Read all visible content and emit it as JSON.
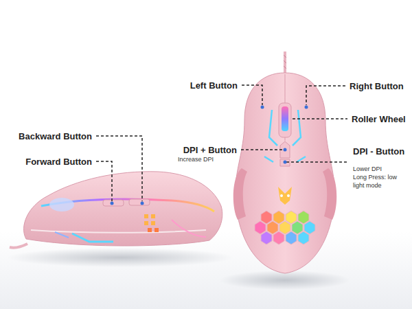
{
  "diagram": {
    "labels": [
      "Left Button",
      "Right Button",
      "Roller Wheel",
      "DPI + Button",
      "Increase DPI",
      "DPI - Button",
      "Lower DPI",
      "Long Press: low light mode",
      "Backward Button",
      "Forward Button"
    ]
  }
}
